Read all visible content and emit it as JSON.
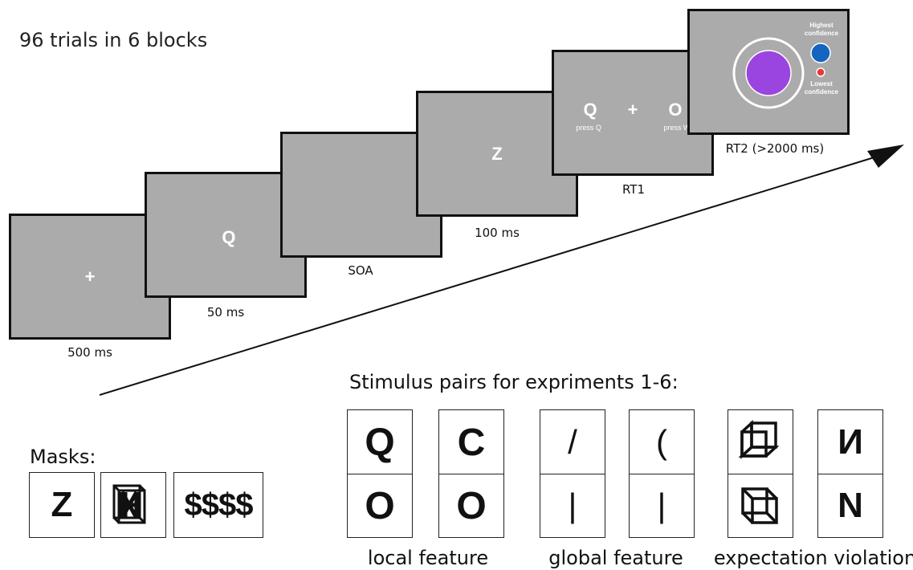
{
  "title": "96 trials in 6 blocks",
  "screens": {
    "fixation": {
      "symbol": "+",
      "caption": "500 ms"
    },
    "target": {
      "letter": "Q",
      "caption": "50 ms"
    },
    "blank": {
      "caption": "SOA"
    },
    "mask": {
      "letter": "Z",
      "caption": "100 ms"
    },
    "response": {
      "left_letter": "Q",
      "left_hint": "press Q",
      "center_symbol": "+",
      "right_letter": "O",
      "right_hint": "press W",
      "caption": "RT1"
    },
    "confidence": {
      "highest_label": "Highest confidence",
      "lowest_label": "Lowest confidence",
      "caption": "RT2 (>2000 ms)",
      "colors": {
        "disc": "#9b45e0",
        "high_dot": "#1565c0",
        "low_dot": "#e53935"
      }
    }
  },
  "stimulus": {
    "title": "Stimulus pairs for expriments 1-6:",
    "groups": [
      {
        "label": "local feature",
        "pairs": [
          {
            "top": "Q",
            "bottom": "O"
          },
          {
            "top": "C",
            "bottom": "O"
          }
        ]
      },
      {
        "label": "global feature",
        "pairs": [
          {
            "top": "/",
            "bottom": "|"
          },
          {
            "top": "(",
            "bottom": "|"
          }
        ]
      },
      {
        "label": "expectation violation",
        "pairs": [
          {
            "top": "cube-icon",
            "bottom": "cube-icon"
          },
          {
            "top": "И",
            "bottom": "N"
          }
        ]
      }
    ]
  },
  "masks": {
    "title": "Masks:",
    "items": [
      "Z",
      "overlaid-letters-cube-icon",
      "$$$$"
    ]
  }
}
